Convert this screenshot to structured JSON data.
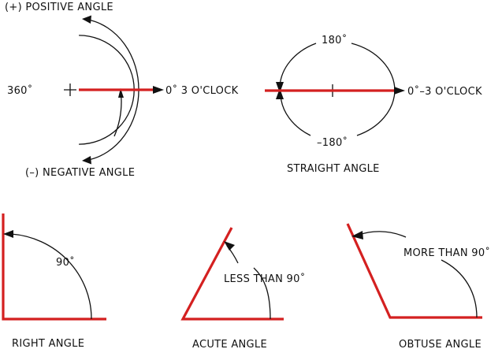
{
  "labels": {
    "positive_angle": "(+)  POSITIVE ANGLE",
    "negative_angle": "(–)  NEGATIVE ANGLE",
    "deg_360": "360˚",
    "zero_three_oclock": "0˚  3  O'CLOCK",
    "deg_180": "180˚",
    "deg_neg_180": "–180˚",
    "zero_three_oclock_2": "0˚–3  O'CLOCK",
    "straight_angle": "STRAIGHT ANGLE",
    "deg_90": "90˚",
    "right_angle": "RIGHT ANGLE",
    "less_than_90": "LESS THAN 90˚",
    "acute_angle": "ACUTE ANGLE",
    "more_than_90": "MORE THAN 90˚",
    "obtuse_angle": "OBTUSE ANGLE"
  },
  "colors": {
    "line_red": "#d42020",
    "line_black": "#111111",
    "background": "#ffffff"
  }
}
